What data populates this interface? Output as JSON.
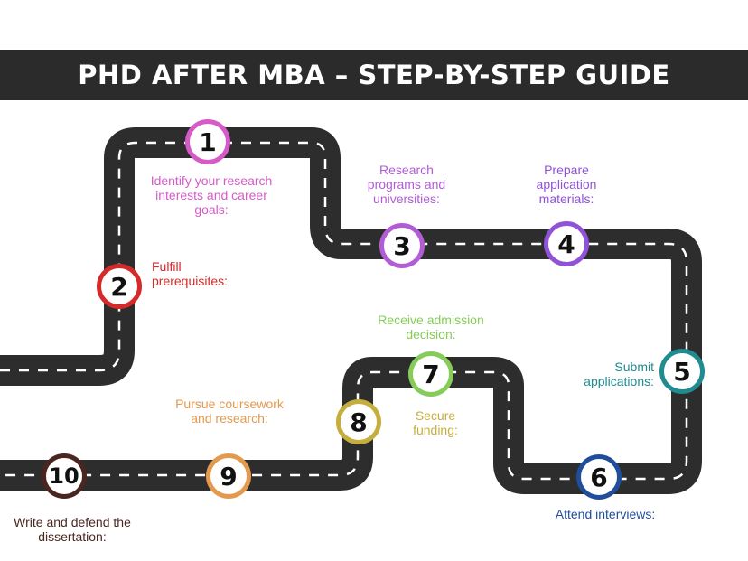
{
  "title": "PHD AFTER MBA – STEP-BY-STEP GUIDE",
  "colors": {
    "banner": "#2b2b2b",
    "road": "#2d2d2d",
    "dashes": "#ffffff"
  },
  "steps": [
    {
      "number": "1",
      "label": "Identify your research interests and career goals:",
      "color": "#d65bc8"
    },
    {
      "number": "2",
      "label": "Fulfill prerequisites:",
      "color": "#d62a2a"
    },
    {
      "number": "3",
      "label": "Research programs and universities:",
      "color": "#b25cd6"
    },
    {
      "number": "4",
      "label": "Prepare application materials:",
      "color": "#8f52d8"
    },
    {
      "number": "5",
      "label": "Submit applications:",
      "color": "#1f8c90"
    },
    {
      "number": "6",
      "label": "Attend interviews:",
      "color": "#1f4e9c"
    },
    {
      "number": "7",
      "label": "Receive admission decision:",
      "color": "#86cc58"
    },
    {
      "number": "8",
      "label": "Secure funding:",
      "color": "#c5ae3e"
    },
    {
      "number": "9",
      "label": "Pursue coursework and research:",
      "color": "#e39a4e"
    },
    {
      "number": "10",
      "label": "Write and defend the dissertation:",
      "color": "#4a2620"
    }
  ]
}
